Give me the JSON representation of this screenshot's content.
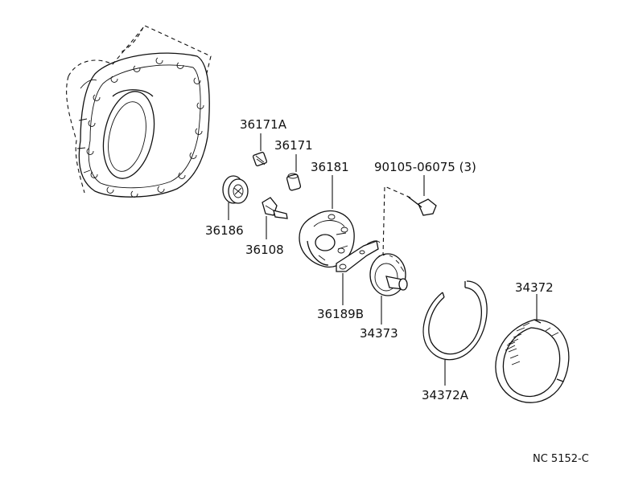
{
  "parts": {
    "p36171A": "36171A",
    "p36171": "36171",
    "p36181": "36181",
    "p90105": "90105-06075 (3)",
    "p36186": "36186",
    "p36108": "36108",
    "p36189B": "36189B",
    "p34373": "34373",
    "p34372": "34372",
    "p34372A": "34372A"
  },
  "drawing_code": "NC 5152-C"
}
